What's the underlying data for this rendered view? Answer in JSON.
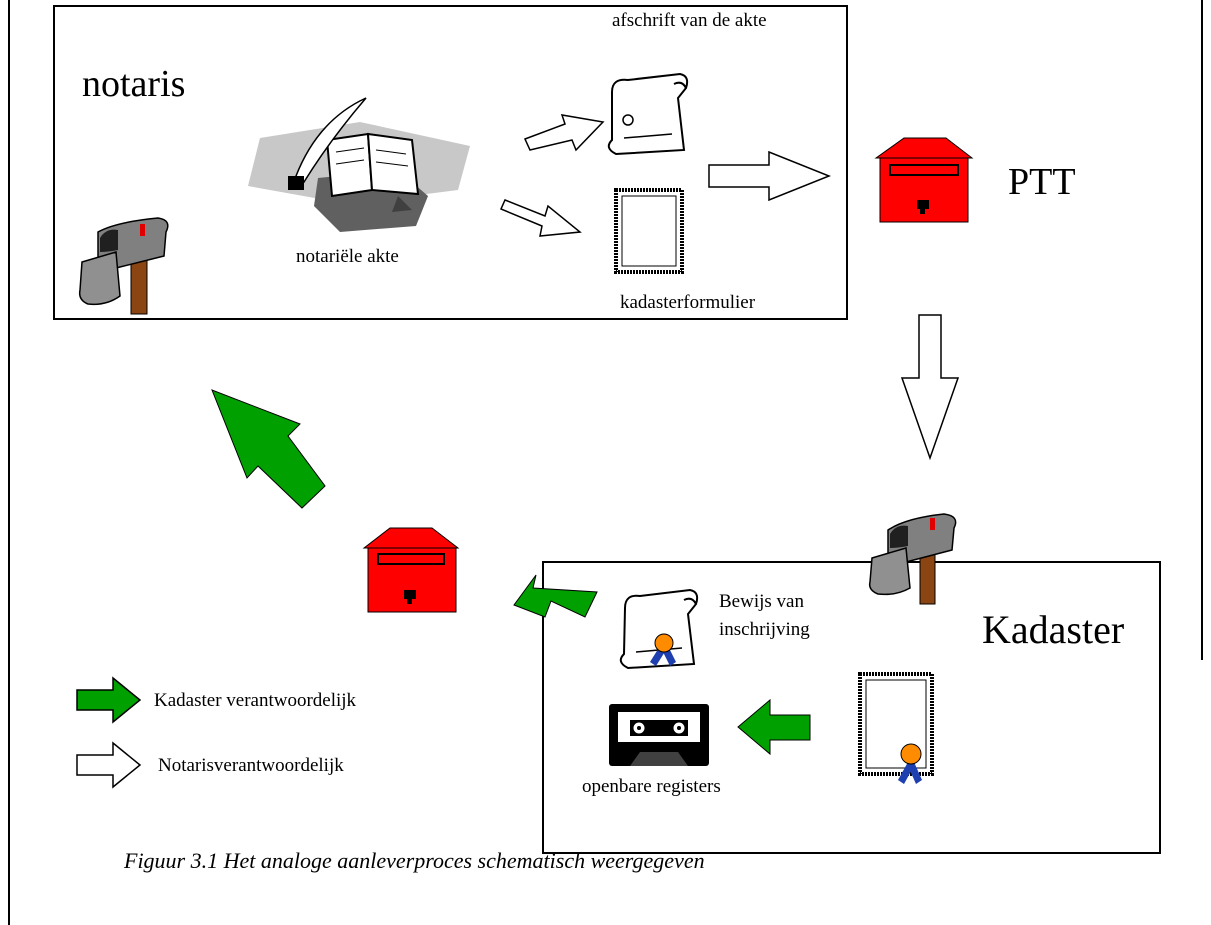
{
  "notaris": {
    "title": "notaris",
    "copy_label": "afschrift van de akte",
    "deed_label": "notariële akte",
    "form_label": "kadasterformulier"
  },
  "ptt": {
    "label": "PTT"
  },
  "kadaster": {
    "title": "Kadaster",
    "proof_label": "Bewijs van inschrijving",
    "registers_label": "openbare registers"
  },
  "legend": {
    "kadaster": "Kadaster verantwoordelijk",
    "notaris": "Notarisverantwoordelijk"
  },
  "caption": "Figuur 3.1 Het analoge aanleverproces schematisch weergegeven",
  "colors": {
    "green_arrow": "#00a000",
    "postbox_red": "#ff0000",
    "mailbox_gray": "#808080",
    "post_brown": "#8b4513",
    "rosette_orange": "#ff8c00",
    "ribbon_blue": "#1e3fb0"
  }
}
